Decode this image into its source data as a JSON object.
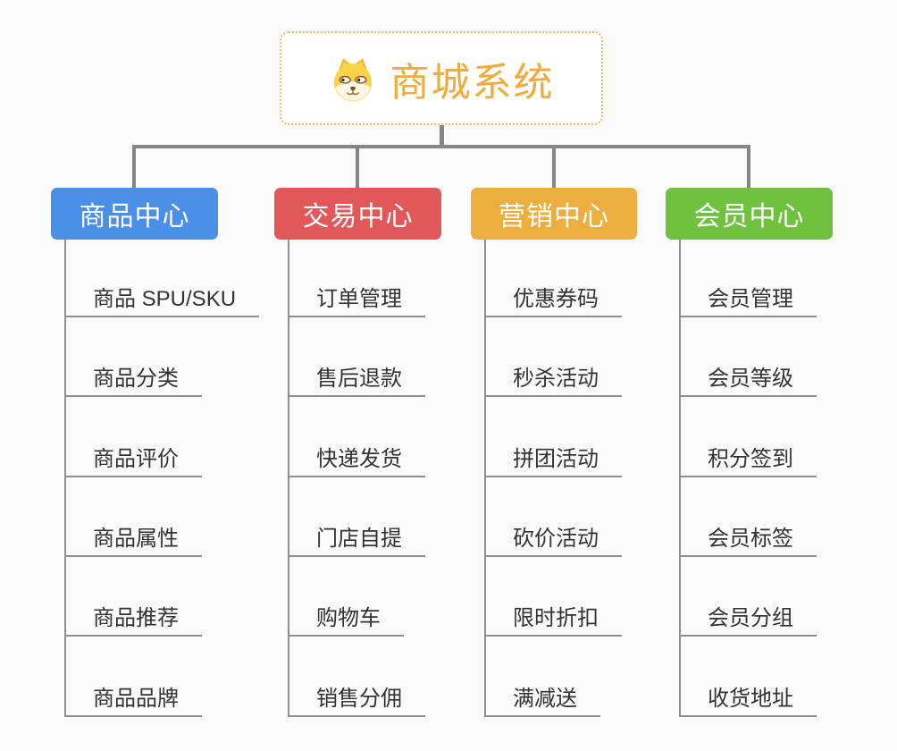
{
  "canvas": {
    "background": "#fafafa",
    "connector_color": "#868686",
    "leaf_line_color": "#8f8f8f",
    "leaf_text_color": "#333333"
  },
  "root": {
    "title": "商城系统",
    "icon": "shiba-dog-face-icon",
    "title_color": "#f0ab3c",
    "border_color": "#f2bc5e",
    "background": "#ffffff"
  },
  "branches": [
    {
      "label": "商品中心",
      "color": "#4a90e9",
      "items": [
        "商品 SPU/SKU",
        "商品分类",
        "商品评价",
        "商品属性",
        "商品推荐",
        "商品品牌"
      ]
    },
    {
      "label": "交易中心",
      "color": "#e25758",
      "items": [
        "订单管理",
        "售后退款",
        "快递发货",
        "门店自提",
        "购物车",
        "销售分佣"
      ]
    },
    {
      "label": "营销中心",
      "color": "#ecae3e",
      "items": [
        "优惠券码",
        "秒杀活动",
        "拼团活动",
        "砍价活动",
        "限时折扣",
        "满减送"
      ]
    },
    {
      "label": "会员中心",
      "color": "#6fc13e",
      "items": [
        "会员管理",
        "会员等级",
        "积分签到",
        "会员标签",
        "会员分组",
        "收货地址"
      ]
    }
  ]
}
